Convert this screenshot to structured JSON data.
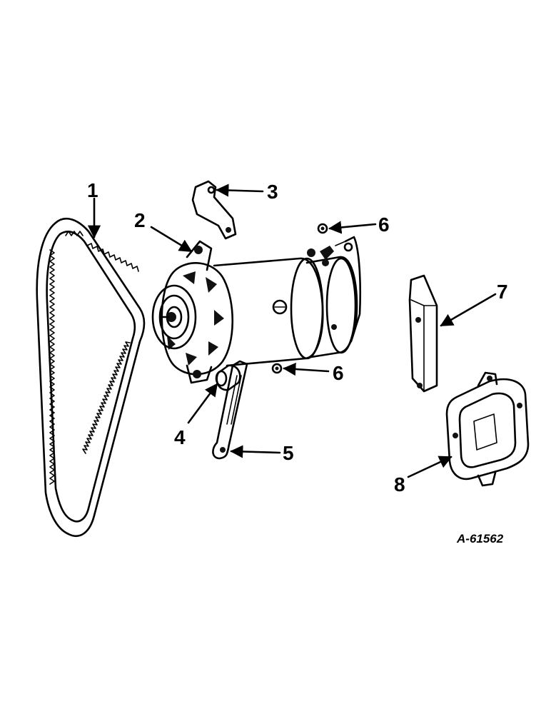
{
  "diagram": {
    "reference_code": "A-61562",
    "callouts": [
      {
        "id": "belt",
        "label": "1"
      },
      {
        "id": "generator",
        "label": "2"
      },
      {
        "id": "upper-bracket",
        "label": "3"
      },
      {
        "id": "spacer",
        "label": "4"
      },
      {
        "id": "adjusting-strap",
        "label": "5"
      },
      {
        "id": "lockwasher-upper",
        "label": "6"
      },
      {
        "id": "lockwasher-lower",
        "label": "6"
      },
      {
        "id": "regulator-bracket",
        "label": "7"
      },
      {
        "id": "regulator",
        "label": "8"
      }
    ]
  }
}
